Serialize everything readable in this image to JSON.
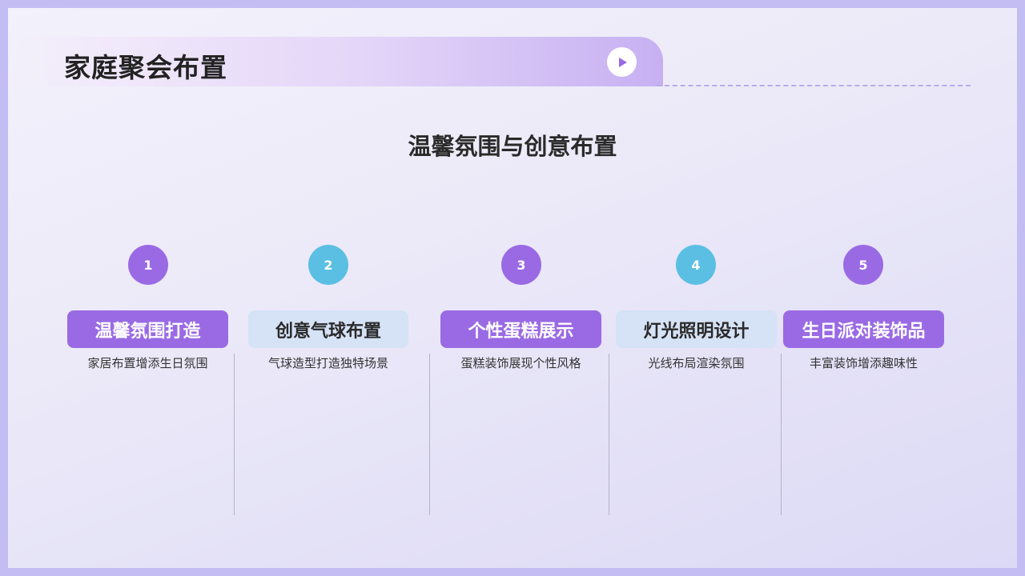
{
  "header": {
    "title": "家庭聚会布置"
  },
  "subtitle": "温馨氛围与创意布置",
  "colors": {
    "purple": "#9a6ae4",
    "blue": "#5bbfe3",
    "light_pill": "#d6e2f6",
    "frame": "#c4bdf3"
  },
  "items": [
    {
      "number": "1",
      "label": "温馨氛围打造",
      "desc": "家居布置增添生日氛围"
    },
    {
      "number": "2",
      "label": "创意气球布置",
      "desc": "气球造型打造独特场景"
    },
    {
      "number": "3",
      "label": "个性蛋糕展示",
      "desc": "蛋糕装饰展现个性风格"
    },
    {
      "number": "4",
      "label": "灯光照明设计",
      "desc": "光线布局渲染氛围"
    },
    {
      "number": "5",
      "label": "生日派对装饰品",
      "desc": "丰富装饰增添趣味性"
    }
  ],
  "icons": {
    "play": "play-icon"
  }
}
